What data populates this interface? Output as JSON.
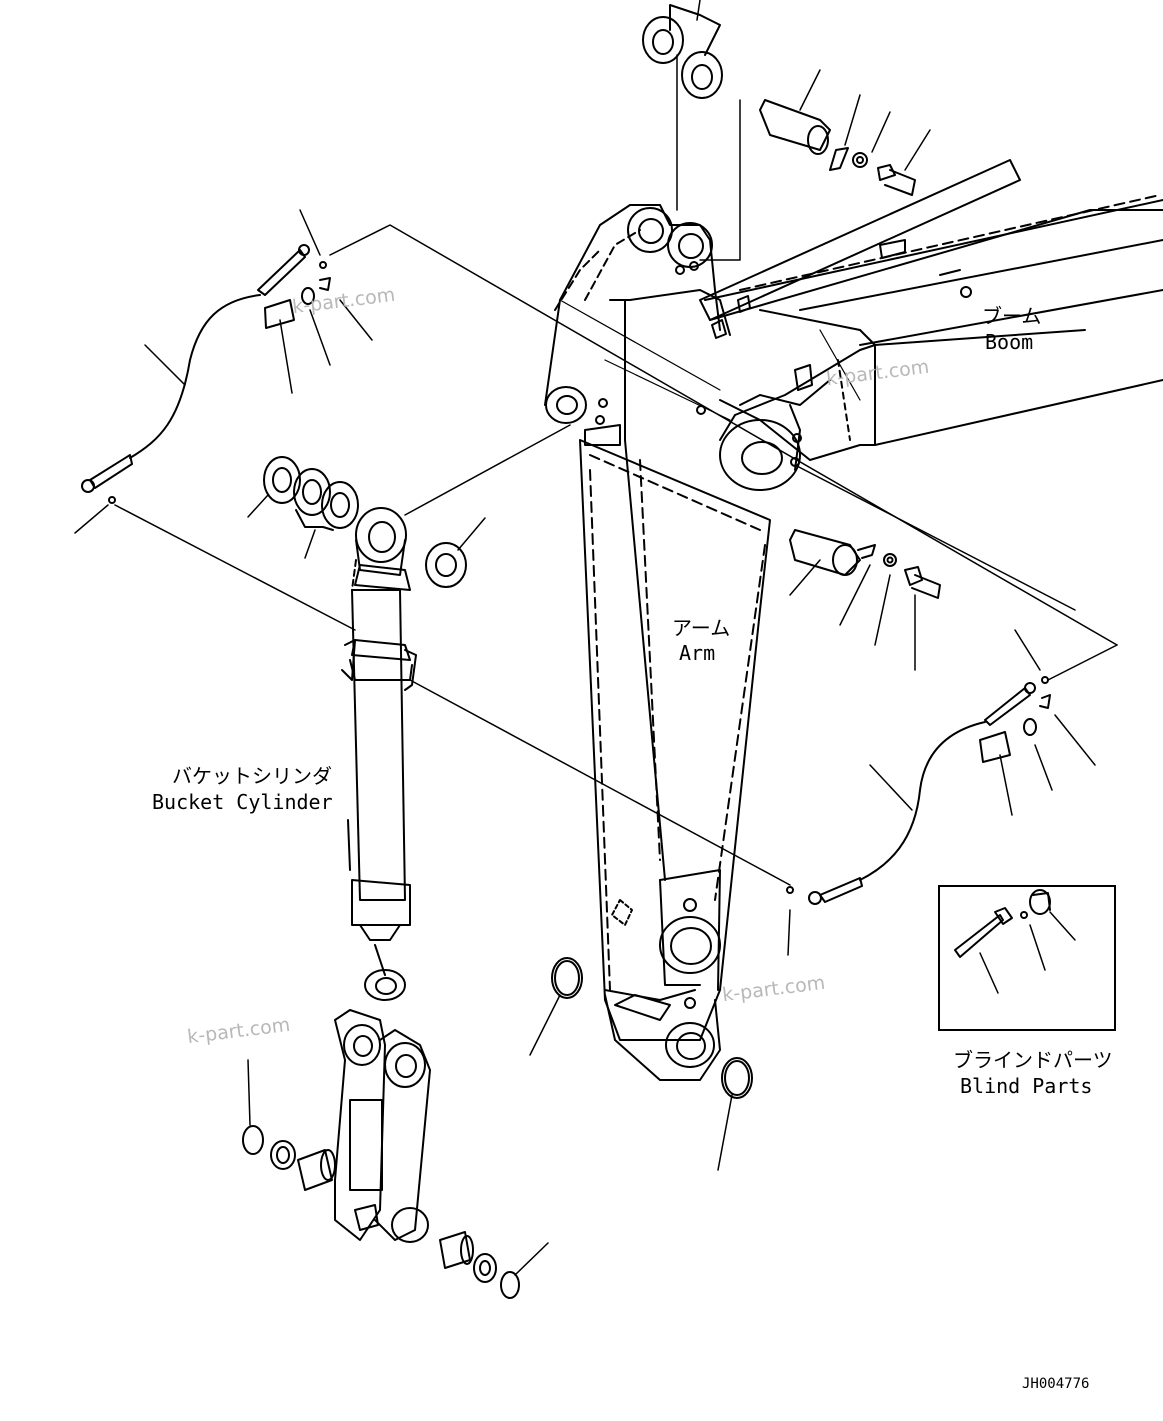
{
  "labels": {
    "boom_jp": "ブーム",
    "boom_en": "Boom",
    "arm_jp": "アーム",
    "arm_en": "Arm",
    "bucket_cyl_jp": "バケットシリンダ",
    "bucket_cyl_en": "Bucket Cylinder",
    "blind_jp": "ブラインドパーツ",
    "blind_en": "Blind Parts"
  },
  "watermarks": [
    "k-part.com",
    "k-part.com",
    "k-part.com",
    "k-part.com"
  ],
  "drawing_code": "JH004776",
  "colors": {
    "line": "#000000",
    "watermark": "#b8b8b8",
    "background": "#ffffff"
  }
}
